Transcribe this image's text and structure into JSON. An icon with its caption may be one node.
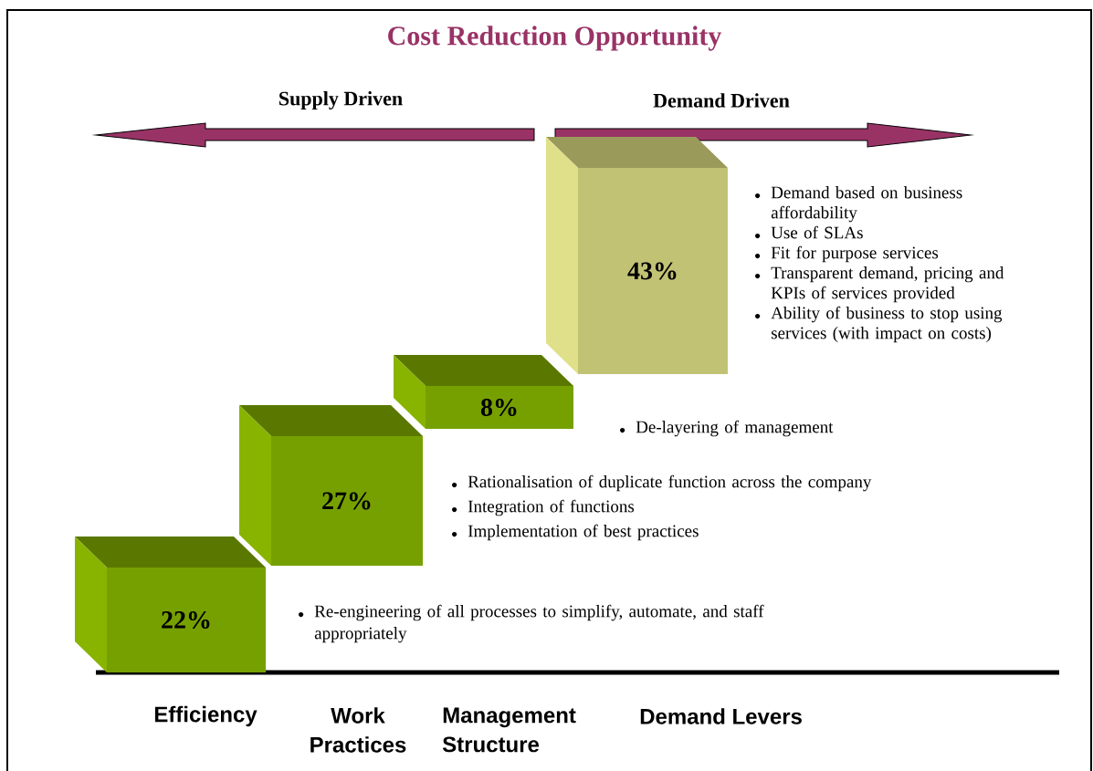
{
  "diagram": {
    "title": "Cost Reduction Opportunity",
    "nodes": [
      {
        "text": [
          "22%"
        ],
        "beside": [
          "Re-engineering of all processes to simplify, automate, and staff appropriately"
        ]
      },
      {
        "text": [
          "27%"
        ],
        "beside": [
          "Rationalisation of duplicate function across the company",
          "Integration of functions",
          "Implementation of best practices"
        ]
      },
      {
        "text": [
          "8%"
        ],
        "beside": [
          "De-layering of management"
        ]
      },
      {
        "text": [
          "43%"
        ],
        "beside": [
          "Demand based on business affordability",
          "Use of SLAs",
          "Fit for purpose services",
          "Transparent demand, pricing and KPIs of services provided",
          "Ability of business to stop using services (with impact on costs)"
        ]
      }
    ],
    "labels": [
      "Supply Driven",
      "Demand Driven",
      "Efficiency",
      "Work Practices",
      "Management Structure",
      "Demand Levers"
    ]
  }
}
